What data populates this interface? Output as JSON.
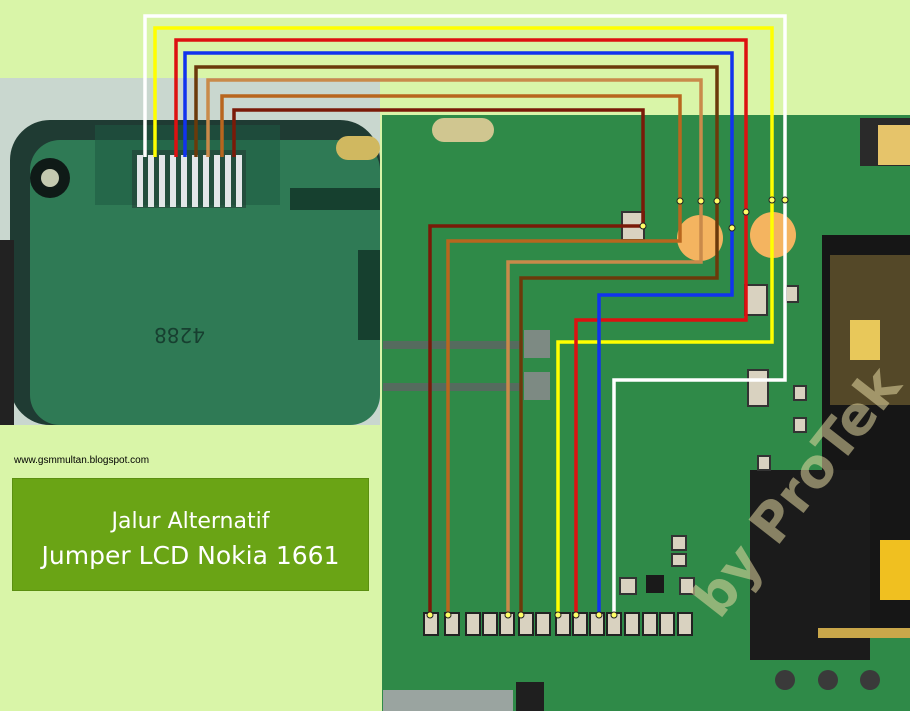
{
  "header": {
    "site_url": "www.gsmmultan.blogspot.com",
    "title_line1": "Jalur Alternatif",
    "title_line2": "Jumper LCD Nokia 1661"
  },
  "watermark": "by ProTek",
  "board": {
    "left_photo_marking": "4288"
  },
  "colors": {
    "background": "#d9f5a8",
    "pcb": "#2f8a48",
    "title_box": "#6aa415",
    "wire_white": "#ffffff",
    "wire_yellow": "#ffff00",
    "wire_red": "#dd1111",
    "wire_blue": "#1133ee",
    "wire_brown": "#6b3a0a",
    "wire_tan": "#c98a4a",
    "wire_orange_brown": "#b8661e",
    "wire_dark_red": "#7a1a08",
    "pad_orange": "#f4b460"
  },
  "wires": [
    {
      "id": "wire-white",
      "color": "#ffffff"
    },
    {
      "id": "wire-yellow",
      "color": "#ffff00"
    },
    {
      "id": "wire-red",
      "color": "#dd1111"
    },
    {
      "id": "wire-blue",
      "color": "#1133ee"
    },
    {
      "id": "wire-brown",
      "color": "#6b3a0a"
    },
    {
      "id": "wire-tan",
      "color": "#c98a4a"
    },
    {
      "id": "wire-orange-brown",
      "color": "#b8661e"
    },
    {
      "id": "wire-dark-red",
      "color": "#7a1a08"
    }
  ]
}
